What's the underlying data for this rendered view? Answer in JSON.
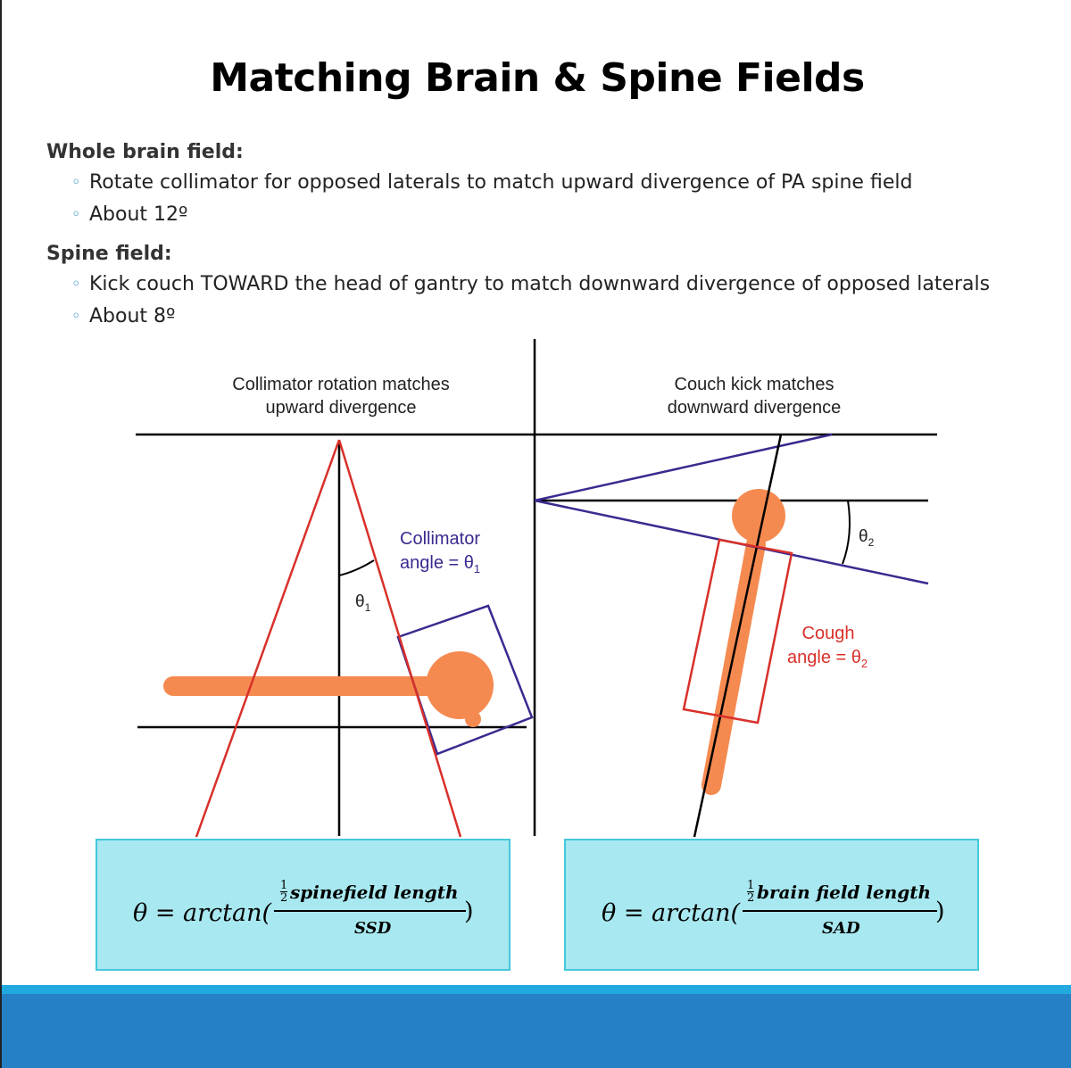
{
  "slide": {
    "title": "Matching Brain & Spine Fields",
    "sections": [
      {
        "heading": "Whole brain field:",
        "items": [
          "Rotate collimator for opposed laterals to match upward divergence of PA spine field",
          "About 12º"
        ]
      },
      {
        "heading": "Spine field:",
        "items": [
          "Kick couch TOWARD the head of gantry to match downward divergence of opposed laterals",
          "About 8º"
        ]
      }
    ]
  },
  "diagram": {
    "left_caption_line1": "Collimator rotation matches",
    "left_caption_line2": "upward divergence",
    "right_caption_line1": "Couch kick matches",
    "right_caption_line2": "downward divergence",
    "collimator_label_line1": "Collimator",
    "collimator_label_line2": "angle = θ",
    "collimator_label_sub": "1",
    "theta1_label": "θ",
    "theta1_sub": "1",
    "theta2_label": "θ",
    "theta2_sub": "2",
    "cough_label_line1": "Cough",
    "cough_label_line2": "angle = θ",
    "cough_label_sub": "2",
    "colors": {
      "beam_red": "#d8302a",
      "collimator_blue": "#3a2a8f",
      "patient_orange": "#f58a50",
      "axis_black": "#000000"
    }
  },
  "formulas": [
    {
      "lhs": "θ = arctan(",
      "half_num": "1",
      "half_den": "2",
      "numerator": "spinefield length",
      "denominator": "SSD",
      "close": ")"
    },
    {
      "lhs": "θ = arctan(",
      "half_num": "1",
      "half_den": "2",
      "numerator": "brain field length",
      "denominator": "SAD",
      "close": ")"
    }
  ]
}
